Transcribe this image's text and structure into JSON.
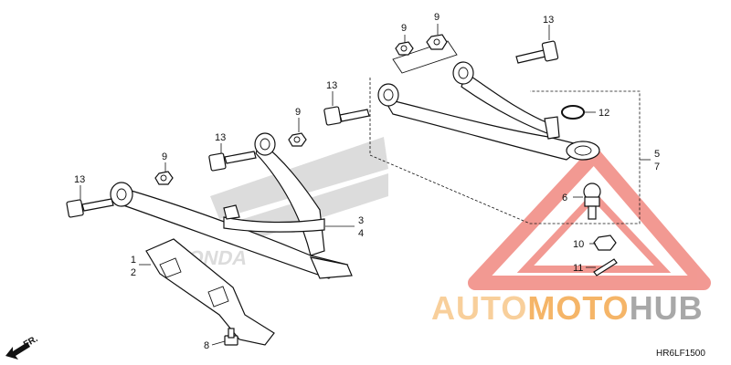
{
  "diagram_code": "HR6LF1500",
  "front_marker": "FR.",
  "watermark": {
    "word_1": "AUTO",
    "word_2": "MOTO",
    "word_3": "HUB",
    "color_light": "#f7c78a",
    "color_mid": "#f4a94e",
    "color_dark": "#9a9a9a",
    "triangle_color": "#e8463a"
  },
  "background_logo": "HONDA",
  "callouts": [
    {
      "id": "c1",
      "text": "1"
    },
    {
      "id": "c2",
      "text": "2"
    },
    {
      "id": "c3",
      "text": "3"
    },
    {
      "id": "c4",
      "text": "4"
    },
    {
      "id": "c5",
      "text": "5"
    },
    {
      "id": "c6",
      "text": "6"
    },
    {
      "id": "c7",
      "text": "7"
    },
    {
      "id": "c8",
      "text": "8"
    },
    {
      "id": "c9a",
      "text": "9"
    },
    {
      "id": "c9b",
      "text": "9"
    },
    {
      "id": "c9c",
      "text": "9"
    },
    {
      "id": "c9d",
      "text": "9"
    },
    {
      "id": "c10",
      "text": "10"
    },
    {
      "id": "c11",
      "text": "11"
    },
    {
      "id": "c12",
      "text": "12"
    },
    {
      "id": "c13a",
      "text": "13"
    },
    {
      "id": "c13b",
      "text": "13"
    },
    {
      "id": "c13c",
      "text": "13"
    },
    {
      "id": "c13d",
      "text": "13"
    }
  ]
}
